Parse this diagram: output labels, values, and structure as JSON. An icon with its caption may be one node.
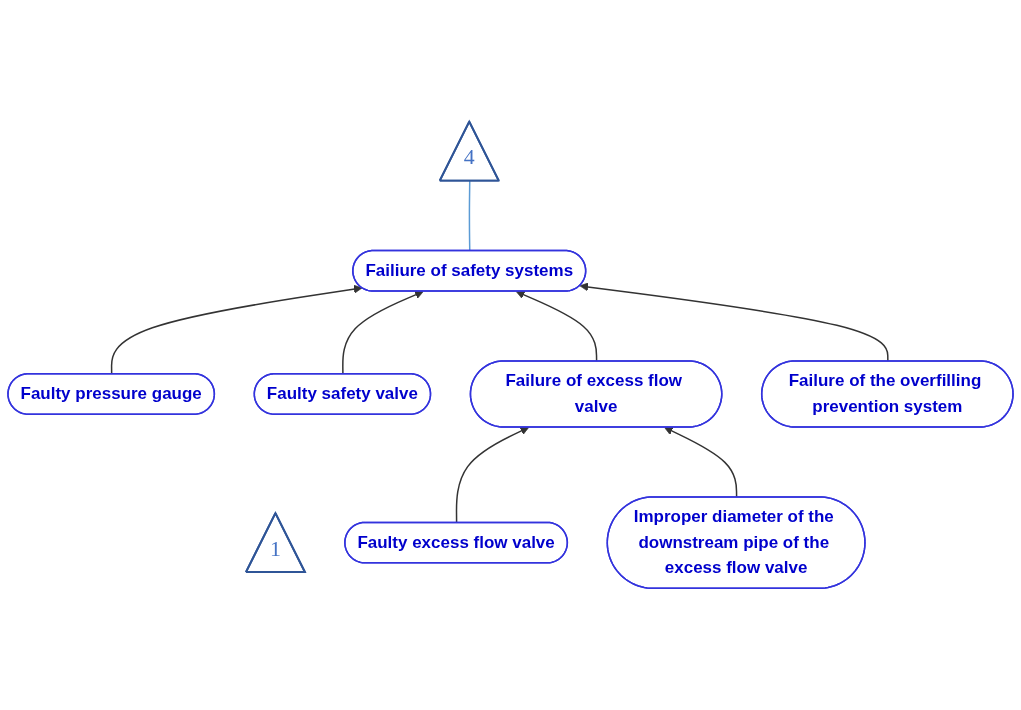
{
  "diagram": {
    "nodes": [
      {
        "text": [
          "Failiure of safety systems"
        ]
      },
      {
        "text": [
          "4"
        ]
      },
      {
        "text": [
          "Faulty pressure gauge"
        ]
      },
      {
        "text": [
          "Faulty safety valve"
        ]
      },
      {
        "text": [
          "Failure of excess flow valve"
        ]
      },
      {
        "text": [
          "Failure of the overfilling prevention system"
        ]
      },
      {
        "text": [
          "1"
        ]
      },
      {
        "text": [
          "Faulty excess flow valve"
        ]
      },
      {
        "text": [
          "Improper diameter of the downstream pipe of the excess flow valve"
        ]
      }
    ],
    "edges": [
      {
        "from": 2,
        "to": 0,
        "arrow": "to"
      },
      {
        "from": 3,
        "to": 0,
        "arrow": "to"
      },
      {
        "from": 4,
        "to": 0,
        "arrow": "to"
      },
      {
        "from": 5,
        "to": 0,
        "arrow": "to"
      },
      {
        "from": 0,
        "to": 1,
        "arrow": "none",
        "color": "#5b9bd5"
      },
      {
        "from": 7,
        "to": 4,
        "arrow": "to"
      },
      {
        "from": 8,
        "to": 4,
        "arrow": "to"
      }
    ]
  }
}
